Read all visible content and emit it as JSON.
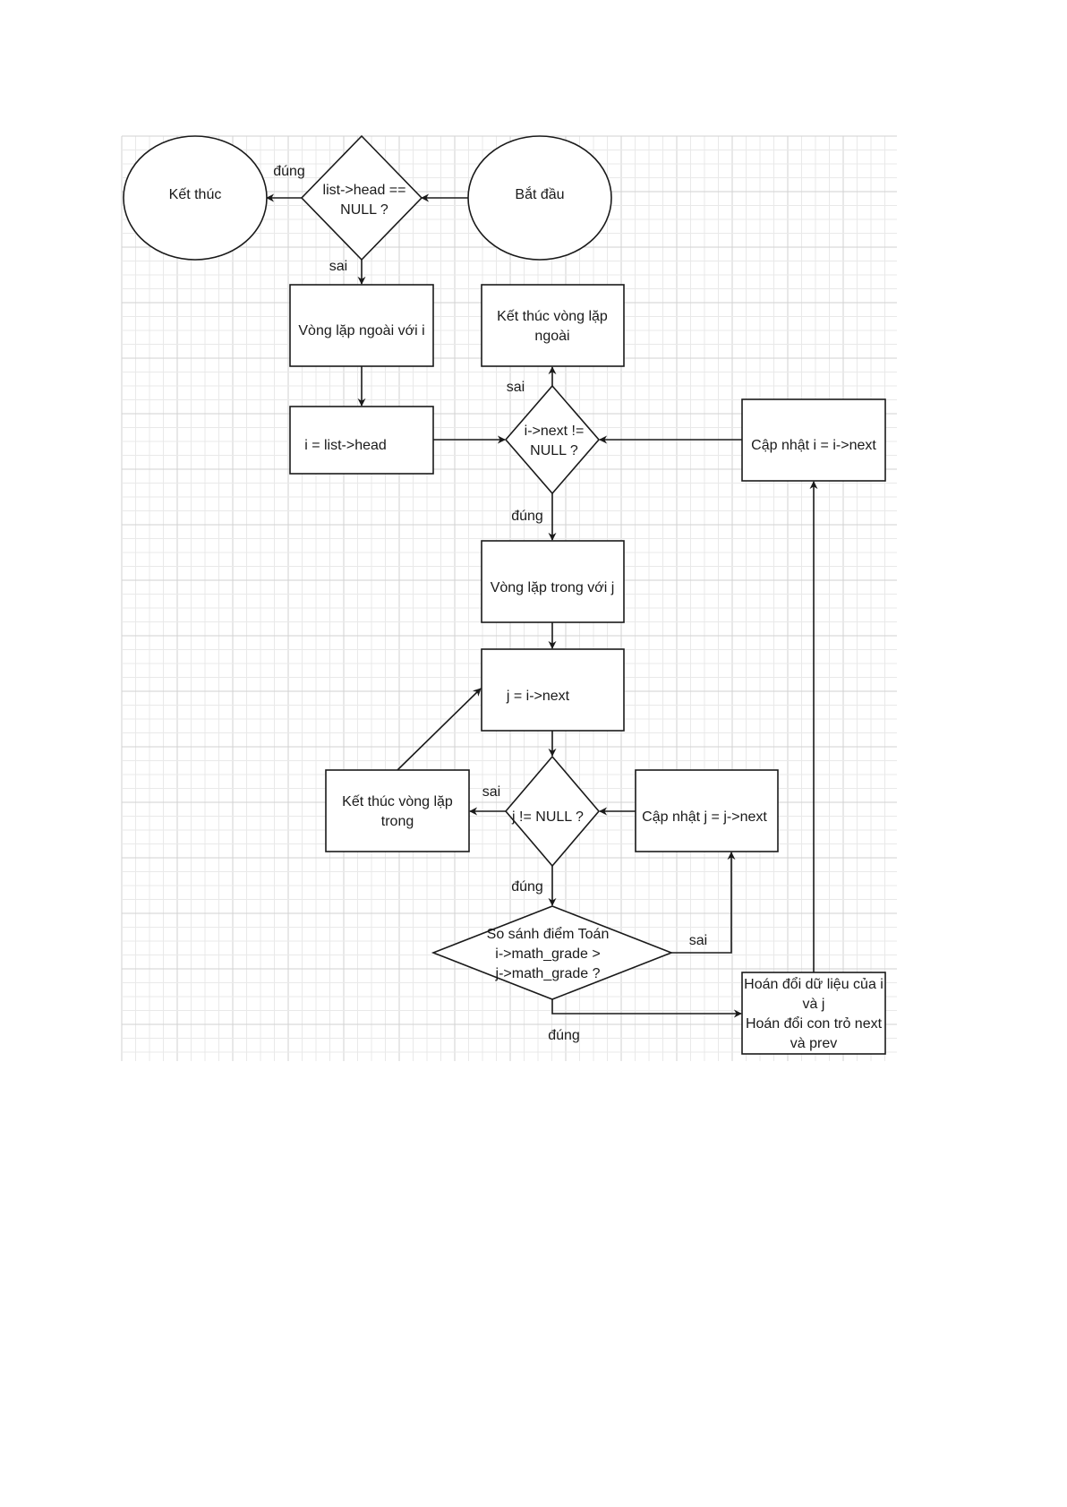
{
  "diagram": {
    "type": "flowchart",
    "background": "grid",
    "colors": {
      "stroke": "#1a1a1a",
      "fill": "#ffffff",
      "grid_minor": "#e9e9e9",
      "grid_major": "#d2d2d2"
    },
    "nodes": [
      {
        "id": "end",
        "shape": "ellipse",
        "lines": [
          "Kết thúc"
        ]
      },
      {
        "id": "check_head",
        "shape": "diamond",
        "lines": [
          "list->head ==",
          "NULL ?"
        ]
      },
      {
        "id": "start",
        "shape": "ellipse",
        "lines": [
          "Bắt đầu"
        ]
      },
      {
        "id": "outer_loop",
        "shape": "rect",
        "lines": [
          "Vòng lặp ngoài với i"
        ]
      },
      {
        "id": "init_i",
        "shape": "rect",
        "lines": [
          "i = list->head"
        ]
      },
      {
        "id": "end_outer",
        "shape": "rect",
        "lines": [
          "Kết thúc vòng lặp",
          "ngoài"
        ]
      },
      {
        "id": "check_i_next",
        "shape": "diamond",
        "lines": [
          "i->next !=",
          "NULL ?"
        ]
      },
      {
        "id": "update_i",
        "shape": "rect",
        "lines": [
          "Cập nhật i = i->next"
        ]
      },
      {
        "id": "inner_loop",
        "shape": "rect",
        "lines": [
          "Vòng lặp trong với j"
        ]
      },
      {
        "id": "init_j",
        "shape": "rect",
        "lines": [
          "j = i->next"
        ]
      },
      {
        "id": "end_inner",
        "shape": "rect",
        "lines": [
          "Kết thúc vòng lặp",
          "trong"
        ]
      },
      {
        "id": "check_j",
        "shape": "diamond",
        "lines": [
          "j != NULL ?"
        ]
      },
      {
        "id": "update_j",
        "shape": "rect",
        "lines": [
          "Cập nhật j = j->next"
        ]
      },
      {
        "id": "compare",
        "shape": "diamond",
        "lines": [
          "So sánh điểm Toán",
          "i->math_grade >",
          "j->math_grade ?"
        ]
      },
      {
        "id": "swap",
        "shape": "rect",
        "lines": [
          "Hoán đổi dữ liệu của i",
          "và j",
          "Hoán đổi con trỏ next",
          "và prev"
        ]
      }
    ],
    "edges": [
      {
        "from": "start",
        "to": "check_head",
        "label": ""
      },
      {
        "from": "check_head",
        "to": "end",
        "label": "đúng"
      },
      {
        "from": "check_head",
        "to": "outer_loop",
        "label": "sai"
      },
      {
        "from": "outer_loop",
        "to": "init_i",
        "label": ""
      },
      {
        "from": "init_i",
        "to": "check_i_next",
        "label": ""
      },
      {
        "from": "check_i_next",
        "to": "end_outer",
        "label": "sai"
      },
      {
        "from": "update_i",
        "to": "check_i_next",
        "label": ""
      },
      {
        "from": "check_i_next",
        "to": "inner_loop",
        "label": "đúng"
      },
      {
        "from": "inner_loop",
        "to": "init_j",
        "label": ""
      },
      {
        "from": "init_j",
        "to": "check_j",
        "label": ""
      },
      {
        "from": "check_j",
        "to": "end_inner",
        "label": "sai"
      },
      {
        "from": "end_inner",
        "to": "init_j",
        "label": ""
      },
      {
        "from": "update_j",
        "to": "check_j",
        "label": ""
      },
      {
        "from": "check_j",
        "to": "compare",
        "label": "đúng"
      },
      {
        "from": "compare",
        "to": "update_j",
        "label": "sai"
      },
      {
        "from": "compare",
        "to": "swap",
        "label": "đúng"
      },
      {
        "from": "swap",
        "to": "update_i",
        "label": ""
      }
    ]
  }
}
